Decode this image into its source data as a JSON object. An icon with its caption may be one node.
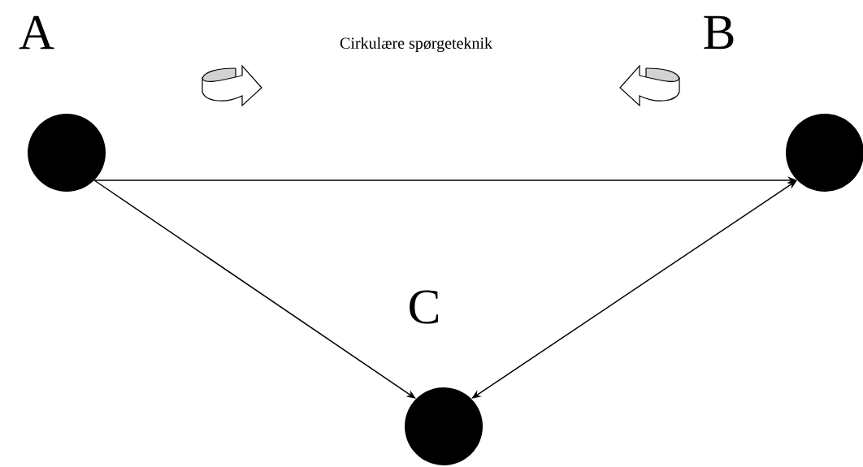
{
  "diagram": {
    "nodes": [
      {
        "text": [
          "A"
        ]
      },
      {
        "text": [
          "B"
        ]
      },
      {
        "text": [
          "C"
        ]
      }
    ],
    "edges": [
      {
        "from": 0,
        "to": 1,
        "arrow": "to"
      },
      {
        "from": 0,
        "to": 2,
        "arrow": "to"
      },
      {
        "from": 2,
        "to": 1,
        "arrow": "both"
      }
    ],
    "labels": [
      "Cirkulære spørgeteknik"
    ]
  }
}
